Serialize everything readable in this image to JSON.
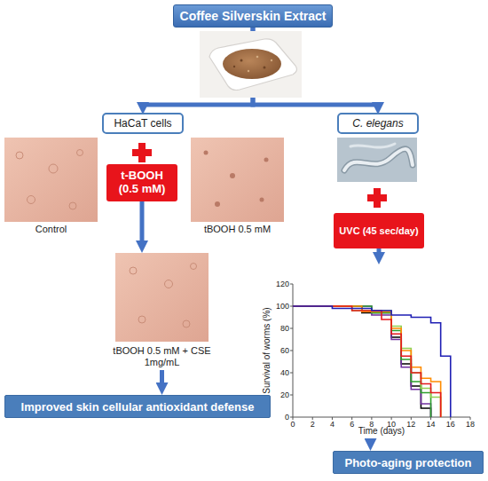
{
  "diagram": {
    "nodes": [
      {
        "text": [
          "Coffee Silverskin Extract"
        ]
      },
      {
        "text": [
          "HaCaT cells"
        ]
      },
      {
        "text": [
          "C. elegans"
        ]
      },
      {
        "text": [
          "Control"
        ]
      },
      {
        "text": [
          "t-BOOH (0.5 mM)"
        ]
      },
      {
        "text": [
          "tBOOH 0.5 mM"
        ]
      },
      {
        "text": [
          "UVC (45 sec/day)"
        ]
      },
      {
        "text": [
          "tBOOH 0.5 mM + CSE 1mg/mL"
        ]
      },
      {
        "text": [
          "Survival of worms (%)",
          "Time (days)"
        ]
      },
      {
        "text": [
          "Improved skin cellular antioxidant defense"
        ]
      },
      {
        "text": [
          "Photo-aging protection"
        ]
      }
    ],
    "edges": [
      {
        "from": 0,
        "to": 1,
        "arrow": "to"
      },
      {
        "from": 0,
        "to": 2,
        "arrow": "to"
      },
      {
        "from": 4,
        "to": 7,
        "arrow": "to"
      },
      {
        "from": 6,
        "to": 8,
        "arrow": "to"
      },
      {
        "from": 7,
        "to": 9,
        "arrow": "to"
      },
      {
        "from": 8,
        "to": 10,
        "arrow": "to"
      }
    ],
    "labels": [
      "0",
      "20",
      "40",
      "60",
      "80",
      "100",
      "120",
      "0",
      "2",
      "4",
      "6",
      "8",
      "10",
      "12",
      "14",
      "16",
      "18"
    ]
  }
}
